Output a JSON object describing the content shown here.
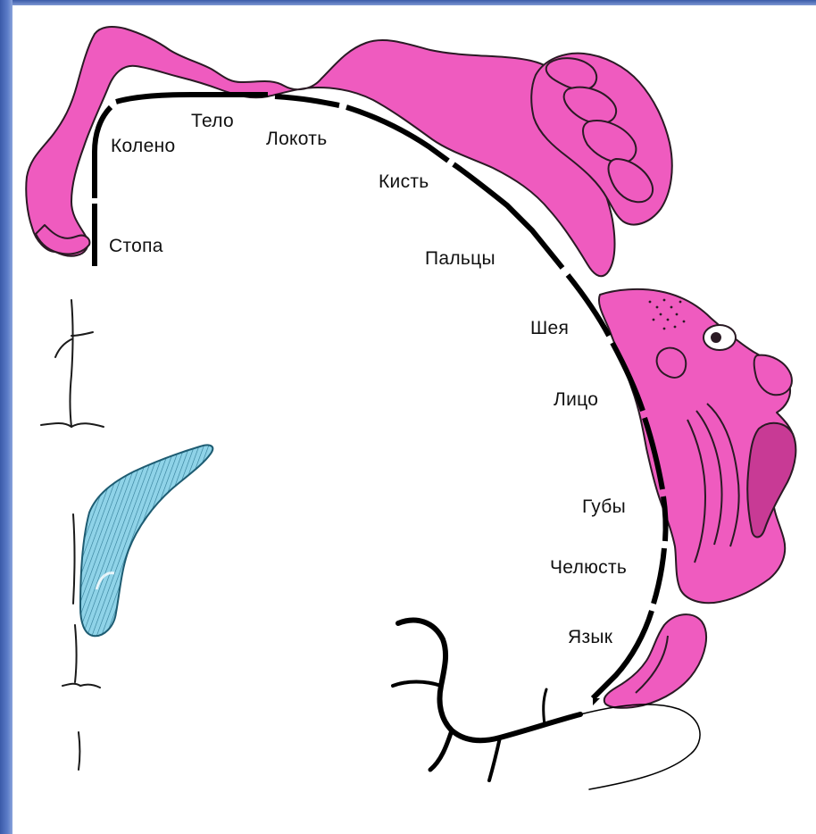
{
  "colors": {
    "body_fill": "#ef5bbf",
    "body_outline": "#2a1a24",
    "ventricle_fill": "#8fd3e8",
    "ventricle_stripe": "#2f7a95",
    "cortex_line": "#000000",
    "frame_blue": "#4a6bbd"
  },
  "labels": {
    "foot": "Стопа",
    "knee": "Колено",
    "trunk": "Тело",
    "elbow": "Локоть",
    "hand": "Кисть",
    "fingers": "Пальцы",
    "neck": "Шея",
    "face": "Лицо",
    "lips": "Губы",
    "jaw": "Челюсть",
    "tongue": "Язык"
  }
}
